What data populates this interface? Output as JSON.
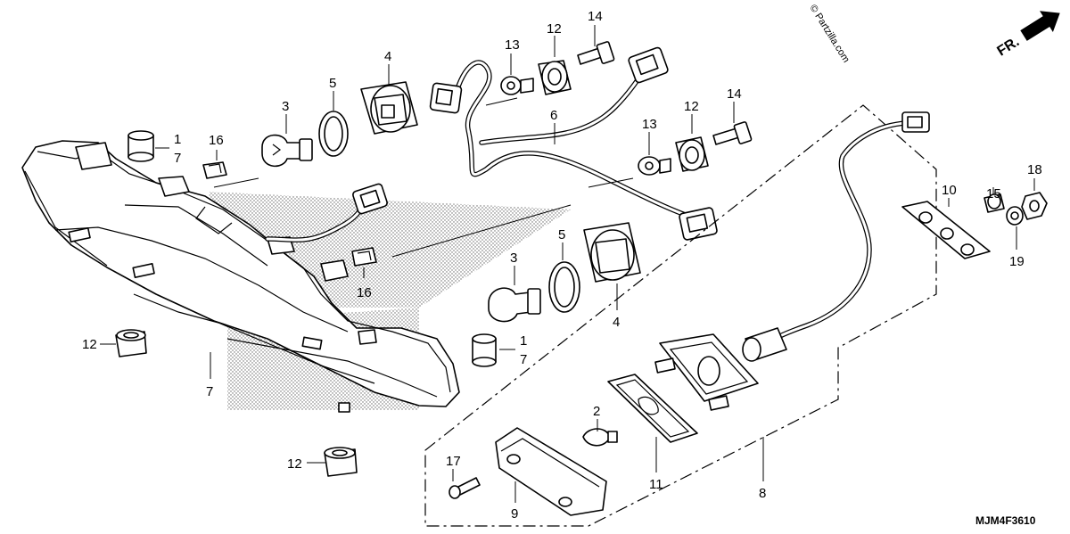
{
  "diagram": {
    "watermark": "© Partzilla.com",
    "front_marker": "FR.",
    "diagram_code": "MJM4F3610",
    "callouts": {
      "c1a": "1",
      "c7a": "7",
      "c16a": "16",
      "c3a": "3",
      "c5a": "5",
      "c4a": "4",
      "c13a": "13",
      "c12a": "12",
      "c14a": "14",
      "c6": "6",
      "c13b": "13",
      "c12b": "12",
      "c14b": "14",
      "c16b": "16",
      "c3b": "3",
      "c5b": "5",
      "c4b": "4",
      "c1b": "1",
      "c7b": "7",
      "c12c": "12",
      "c7c": "7",
      "c12d": "12",
      "c10": "10",
      "c15": "15",
      "c18": "18",
      "c19": "19",
      "c2": "2",
      "c11": "11",
      "c8": "8",
      "c17": "17",
      "c9": "9"
    }
  }
}
